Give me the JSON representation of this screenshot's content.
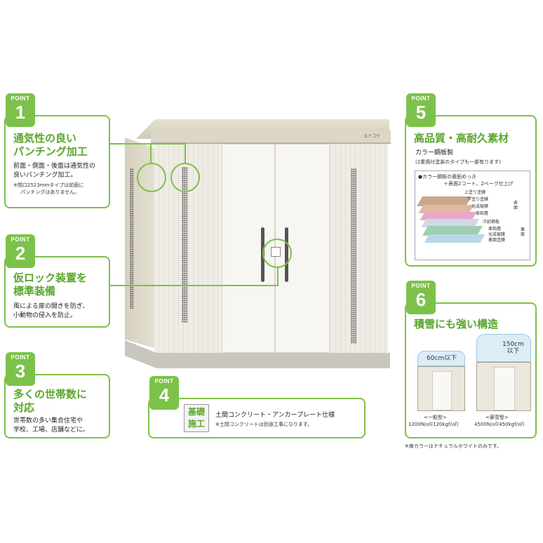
{
  "colors": {
    "accent": "#7cc24a",
    "title": "#5aa52c"
  },
  "points": [
    {
      "label": "POINT",
      "num": "1",
      "title_l1": "通気性の良い",
      "title_l2": "パンチング加工",
      "desc_l1": "前面・側面・後面は通気性の",
      "desc_l2": "良いパンチング加工。",
      "note_l1": "※間口2523mmタイプは前面に",
      "note_l2": "パンチングはありません。"
    },
    {
      "label": "POINT",
      "num": "2",
      "title_l1": "仮ロック装置を",
      "title_l2": "標準装備",
      "desc_l1": "風による扉の開きを防ぎ、",
      "desc_l2": "小動物の侵入を防止。"
    },
    {
      "label": "POINT",
      "num": "3",
      "title_l1": "多くの世帯数に",
      "title_l2": "対応",
      "desc_l1": "世帯数の多い集合住宅や",
      "desc_l2": "学校、工場、店舗などに。"
    },
    {
      "label": "POINT",
      "num": "4",
      "badge_l1": "基礎",
      "badge_l2": "施工",
      "desc_l1": "土間コンクリート・アンカープレート仕様",
      "note_l1": "※土間コンクリートは別途工事になります。"
    },
    {
      "label": "POINT",
      "num": "5",
      "title_l1": "高品質・高耐久素材",
      "desc_l1": "カラー鋼板製",
      "note_l1": "(2重焼付塗装のタイプも一部有ります)",
      "layer_head_l1": "●カラー鋼板の亜鉛めっき",
      "layer_head_l2": "＋表面2コート、2ベーク仕上げ",
      "layers": [
        "上塗り塗膜",
        "下塗り塗膜",
        "化成被膜",
        "亜鉛層",
        "冷延鋼板",
        "亜鉛層",
        "化成被膜",
        "裏面塗膜"
      ],
      "side_front": "表面",
      "side_back": "裏面"
    },
    {
      "label": "POINT",
      "num": "6",
      "title_l1": "積雪にも強い構造",
      "std_snow": "60cm以下",
      "std_type": "<一般型>",
      "std_load": "1200N/㎡(120kgf/㎡)",
      "heavy_snow_l1": "150cm",
      "heavy_snow_l2": "以下",
      "heavy_type": "<豪雪型>",
      "heavy_load": "4500N/㎡(450kgf/㎡)"
    }
  ],
  "footnote": "※扉カラーはナチュラルホワイトのみです。",
  "brand_plate": "ヨドコウ"
}
